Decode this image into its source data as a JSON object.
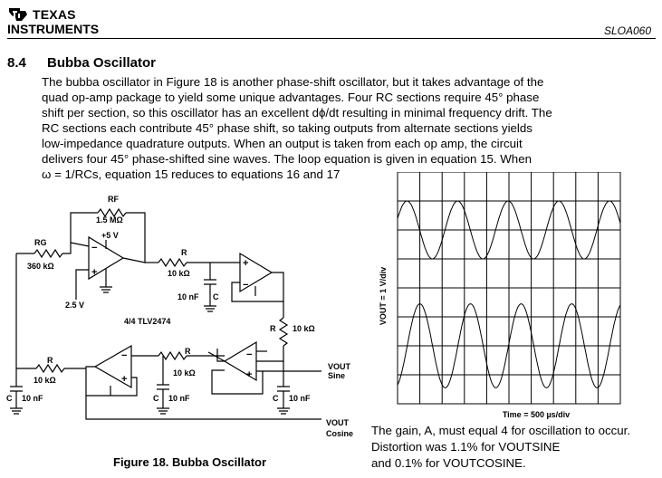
{
  "header": {
    "logo_line1": "Texas",
    "logo_line2": "Instruments",
    "doc_id": "SLOA060"
  },
  "section": {
    "number": "8.4",
    "title": "Bubba Oscillator",
    "paragraph_lines": [
      "The bubba oscillator in Figure 18 is another phase-shift oscillator, but it takes advantage of the",
      "quad op-amp package to yield some unique advantages. Four RC sections require 45° phase",
      "shift per section, so this oscillator has an excellent dϕ/dt resulting in minimal frequency drift. The",
      "RC sections each contribute 45° phase shift, so taking outputs from alternate sections yields",
      "low-impedance quadrature outputs. When an output is taken from each op amp, the circuit",
      "delivers four 45° phase-shifted sine waves. The loop equation is given in equation 15. When",
      "ω = 1/RCs, equation 15 reduces to equations 16 and 17"
    ]
  },
  "schematic": {
    "rf_label": "RF",
    "rf_value": "1.5 MΩ",
    "supply": "+5 V",
    "rg_label": "RG",
    "rg_value": "360 kΩ",
    "bias": "2.5 V",
    "r_label": "R",
    "r_value": "10 kΩ",
    "c_value": "10 nF",
    "c_label": "C",
    "ic": "4/4 TLV2474",
    "vout_sine_main": "VOUT",
    "vout_sine_sub": "Sine",
    "vout_cos_main": "VOUT",
    "vout_cos_sub": "Cosine"
  },
  "scope": {
    "ylabel": "VOUT = 1 V/div",
    "xlabel": "Time = 500 µs/div"
  },
  "figure_caption": "Figure 18.  Bubba Oscillator",
  "side_text": [
    "The gain, A, must equal 4 for oscillation to occur.",
    "Distortion was 1.1% for VOUTSINE",
    "and 0.1% for VOUTCOSINE."
  ]
}
